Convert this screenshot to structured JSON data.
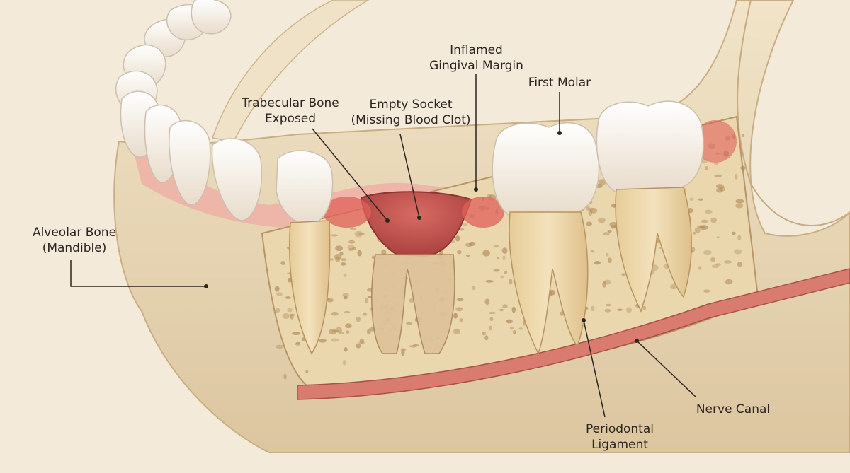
{
  "diagram": {
    "labels": {
      "inflamed_gingival_margin": [
        "Inflamed",
        "Gingival Margin"
      ],
      "first_molar": [
        "First Molar"
      ],
      "trabecular_bone_exposed": [
        "Trabecular Bone",
        "Exposed"
      ],
      "empty_socket": [
        "Empty Socket",
        "(Missing Blood Clot)"
      ],
      "alveolar_bone": [
        "Alveolar Bone",
        "(Mandible)"
      ],
      "nerve_canal": [
        "Nerve Canal"
      ],
      "periodontal_ligament": [
        "Periodontal",
        "Ligament"
      ]
    },
    "colors": {
      "background": "#f3ead9",
      "bone": "#ecdcbc",
      "bone_shadow": "#d8c29c",
      "trabecular": "#e9d3a8",
      "marrow_spot": "#b08a58",
      "gum": "#eb9a94",
      "inflamed": "#e0605a",
      "socket": "#c2504c",
      "enamel": "#fbf7ef",
      "dentin": "#ecd6a8",
      "nerve": "#d97b6e",
      "line": "#2b2520"
    }
  }
}
